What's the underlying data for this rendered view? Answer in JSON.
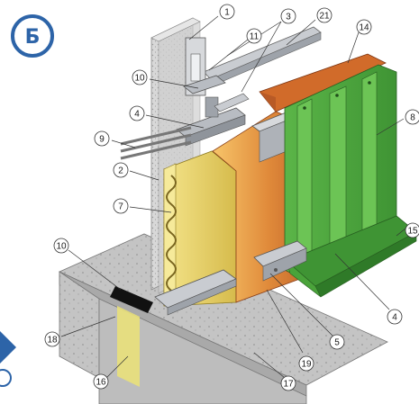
{
  "section_badge": "Б",
  "callouts": [
    {
      "label": "1"
    },
    {
      "label": "11"
    },
    {
      "label": "3"
    },
    {
      "label": "21"
    },
    {
      "label": "14"
    },
    {
      "label": "10"
    },
    {
      "label": "4"
    },
    {
      "label": "8"
    },
    {
      "label": "9"
    },
    {
      "label": "2"
    },
    {
      "label": "7"
    },
    {
      "label": "15"
    },
    {
      "label": "10"
    },
    {
      "label": "18"
    },
    {
      "label": "16"
    },
    {
      "label": "17"
    },
    {
      "label": "19"
    },
    {
      "label": "5"
    },
    {
      "label": "4"
    }
  ],
  "colors": {
    "badge": "#2d64a8",
    "cladding": "#4aa33a",
    "cladding_dark": "#2f7a28",
    "insulation": "#e8d36a",
    "wall": "#d9d9d9",
    "foundation": "#bdbdbd",
    "membrane": "#c8552a",
    "profile": "#b8bcc2"
  }
}
